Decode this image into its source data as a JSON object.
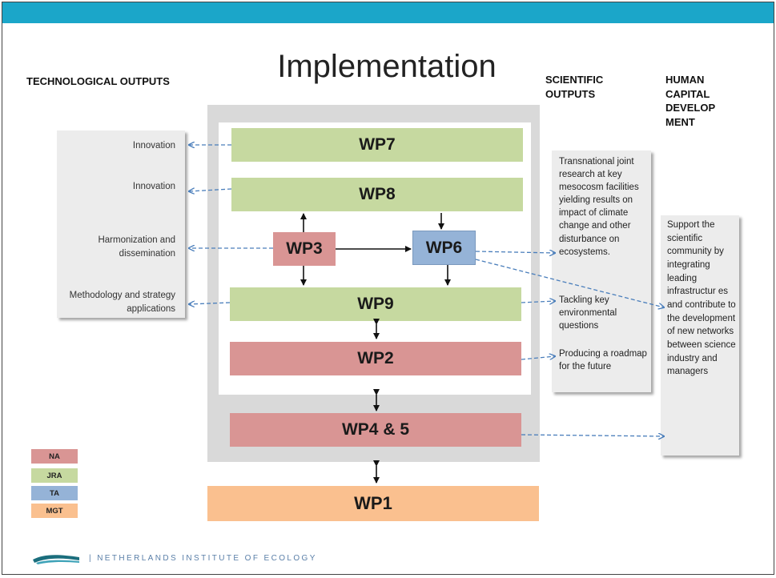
{
  "title": "Implementation",
  "headings": {
    "technological": "TECHNOLOGICAL OUTPUTS",
    "scientific": "SCIENTIFIC OUTPUTS",
    "human": "HUMAN CAPITAL DEVELOP MENT"
  },
  "work_packages": {
    "wp7": "WP7",
    "wp8": "WP8",
    "wp3": "WP3",
    "wp6": "WP6",
    "wp9": "WP9",
    "wp2": "WP2",
    "wp45": "WP4 & 5",
    "wp1": "WP1"
  },
  "technological_outputs": {
    "innovation_1": "Innovation",
    "innovation_2": "Innovation",
    "harmonization": "Harmonization and dissemination",
    "methodology": "Methodology and strategy applications"
  },
  "scientific_outputs": {
    "transnational": "Transnational joint research at key mesocosm facilities yielding results on impact of climate change and other disturbance on ecosystems.",
    "tackling": "Tackling key environmental questions",
    "roadmap": "Producing a roadmap for the future"
  },
  "human_capital": "Support the scientific community by integrating leading infrastructur es and contribute to the development of new networks between science industry and managers",
  "legend": {
    "na": "NA",
    "jra": "JRA",
    "ta": "TA",
    "mgt": "MGT"
  },
  "colors": {
    "topbar": "#1ba6c9",
    "jra": "#c6d9a0",
    "na": "#d99594",
    "ta": "#95b3d7",
    "mgt": "#fac08f",
    "dashed_arrow": "#4a7ebb"
  },
  "footer": "NETHERLANDS INSTITUTE OF ECOLOGY"
}
